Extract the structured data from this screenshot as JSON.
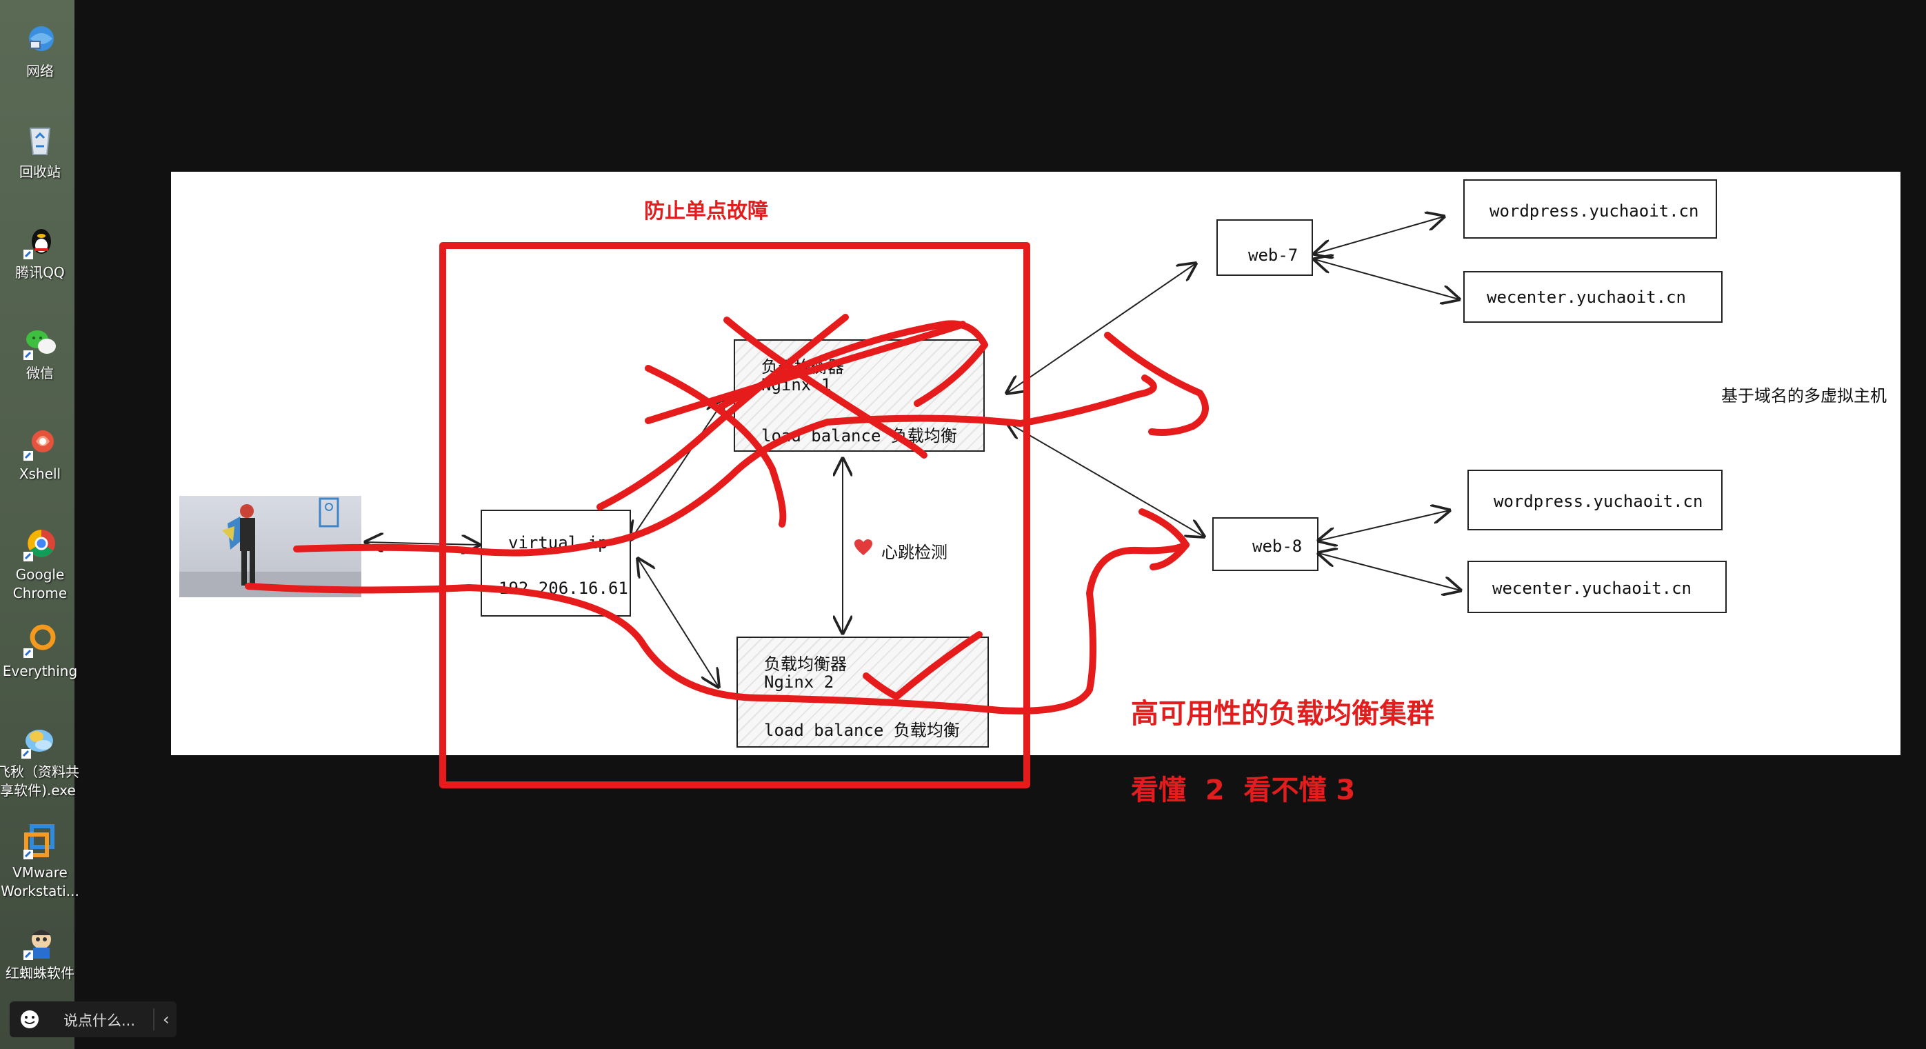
{
  "desktop": {
    "icons": [
      {
        "label": "网络",
        "icon": "network-icon"
      },
      {
        "label": "回收站",
        "icon": "recycle-bin-icon"
      },
      {
        "label": "腾讯QQ",
        "icon": "qq-icon"
      },
      {
        "label": "微信",
        "icon": "wechat-icon"
      },
      {
        "label": "Xshell",
        "icon": "xshell-icon"
      },
      {
        "label": "Google",
        "label2": "Chrome",
        "icon": "chrome-icon"
      },
      {
        "label": "Everything",
        "icon": "everything-icon"
      },
      {
        "label": "飞秋（资料共",
        "label2": "享软件).exe",
        "icon": "feiq-icon"
      },
      {
        "label": "VMware",
        "label2": "Workstati...",
        "icon": "vmware-icon"
      },
      {
        "label": "红蜘蛛软件",
        "icon": "red-spider-icon"
      }
    ]
  },
  "chat_bar": {
    "placeholder": "说点什么...",
    "collapse_glyph": "‹"
  },
  "diagram": {
    "title_prevent": "防止单点故障",
    "lb1": {
      "line1": "负载均衡器",
      "line2": "Nginx 1",
      "line3": "load balance 负载均衡"
    },
    "lb2": {
      "line1": "负载均衡器",
      "line2": "Nginx 2",
      "line3": "load balance 负载均衡"
    },
    "vip": {
      "line1": "virtual ip",
      "line2": "192.206.16.61"
    },
    "heartbeat": "心跳检测",
    "web7": "web-7",
    "web8": "web-8",
    "domains_top": [
      "wordpress.yuchaoit.cn",
      "wecenter.yuchaoit.cn"
    ],
    "domains_bottom": [
      "wordpress.yuchaoit.cn",
      "wecenter.yuchaoit.cn"
    ],
    "vhost_note": "基于域名的多虚拟主机",
    "ha_title": "高可用性的负载均衡集群",
    "understand_line": "看懂  2  看不懂 3"
  },
  "colors": {
    "annotation_red": "#e11d1d",
    "canvas_bg": "#ffffff",
    "screen_bg": "#111111"
  }
}
